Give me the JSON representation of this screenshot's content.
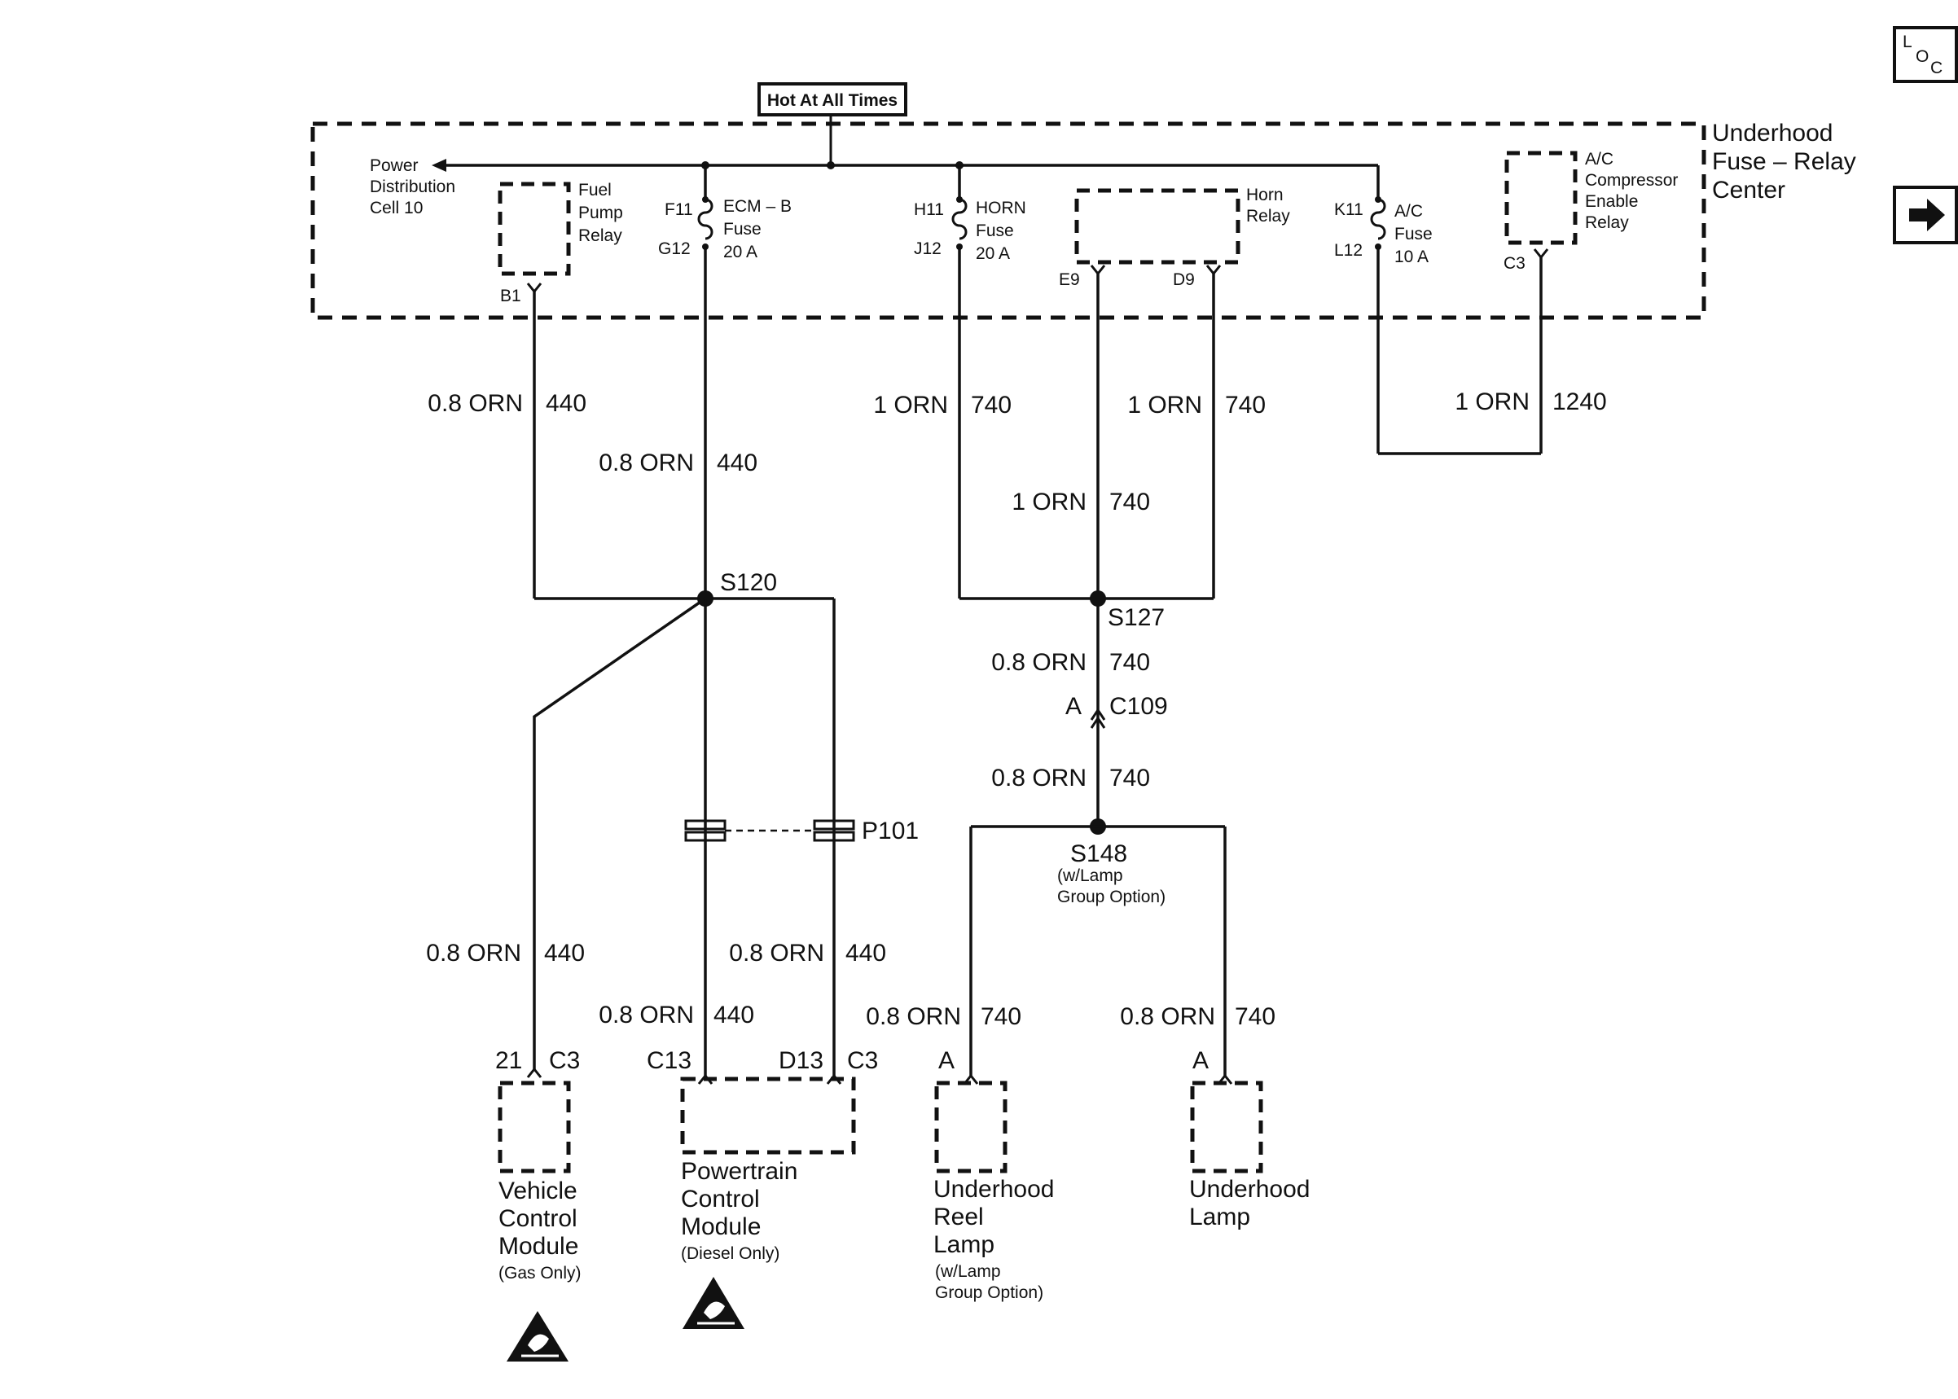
{
  "hot_label": "Hot At All Times",
  "fuse_center": {
    "name_line1": "Underhood",
    "name_line2": "Fuse – Relay",
    "name_line3": "Center"
  },
  "power_dist": {
    "line1": "Power",
    "line2": "Distribution",
    "line3": "Cell 10"
  },
  "fuel_pump_relay": {
    "line1": "Fuel",
    "line2": "Pump",
    "line3": "Relay",
    "pin": "B1"
  },
  "ecm_fuse": {
    "pin_in": "F11",
    "pin_out": "G12",
    "line1": "ECM – B",
    "line2": "Fuse",
    "line3": "20 A"
  },
  "horn_fuse": {
    "pin_in": "H11",
    "pin_out": "J12",
    "line1": "HORN",
    "line2": "Fuse",
    "line3": "20 A"
  },
  "horn_relay": {
    "line1": "Horn",
    "line2": "Relay",
    "pin1": "E9",
    "pin2": "D9"
  },
  "ac_fuse": {
    "pin_in": "K11",
    "pin_out": "L12",
    "line1": "A/C",
    "line2": "Fuse",
    "line3": "10 A"
  },
  "ac_relay": {
    "line1": "A/C",
    "line2": "Compressor",
    "line3": "Enable",
    "line4": "Relay",
    "pin": "C3"
  },
  "wires": {
    "w_b1": {
      "gauge": "0.8 ORN",
      "circuit": "440"
    },
    "w_g12": {
      "gauge": "0.8 ORN",
      "circuit": "440"
    },
    "w_j12": {
      "gauge": "1 ORN",
      "circuit": "740"
    },
    "w_d9": {
      "gauge": "1 ORN",
      "circuit": "740"
    },
    "w_e9": {
      "gauge": "1 ORN",
      "circuit": "740"
    },
    "w_l12": {
      "gauge": "1 ORN",
      "circuit": "1240"
    },
    "w_s127": {
      "gauge": "0.8 ORN",
      "circuit": "740"
    },
    "w_c109": {
      "gauge": "0.8 ORN",
      "circuit": "740"
    },
    "w_vcm": {
      "gauge": "0.8 ORN",
      "circuit": "440"
    },
    "w_pcm_c13": {
      "gauge": "0.8 ORN",
      "circuit": "440"
    },
    "w_pcm_d13": {
      "gauge": "0.8 ORN",
      "circuit": "440"
    },
    "w_reel": {
      "gauge": "0.8 ORN",
      "circuit": "740"
    },
    "w_lamp": {
      "gauge": "0.8 ORN",
      "circuit": "740"
    }
  },
  "splices": {
    "s120": "S120",
    "s127": "S127",
    "s148": "S148",
    "s148_note1": "(w/Lamp",
    "s148_note2": "Group Option)",
    "p101": "P101",
    "c109_pin": "A",
    "c109": "C109"
  },
  "components": {
    "vcm": {
      "pin": "21",
      "conn": "C3",
      "line1": "Vehicle",
      "line2": "Control",
      "line3": "Module",
      "note": "(Gas Only)"
    },
    "pcm": {
      "pin1": "C13",
      "pin2": "D13",
      "conn": "C3",
      "line1": "Powertrain",
      "line2": "Control",
      "line3": "Module",
      "note": "(Diesel Only)"
    },
    "reel_lamp": {
      "pin": "A",
      "line1": "Underhood",
      "line2": "Reel",
      "line3": "Lamp",
      "note1": "(w/Lamp",
      "note2": "Group Option)"
    },
    "lamp": {
      "pin": "A",
      "line1": "Underhood",
      "line2": "Lamp"
    }
  },
  "loc_icon": {
    "l": "L",
    "o": "O",
    "c": "C"
  },
  "icons": [
    "esd-warning-icon",
    "next-page-arrow-icon",
    "location-icon"
  ]
}
